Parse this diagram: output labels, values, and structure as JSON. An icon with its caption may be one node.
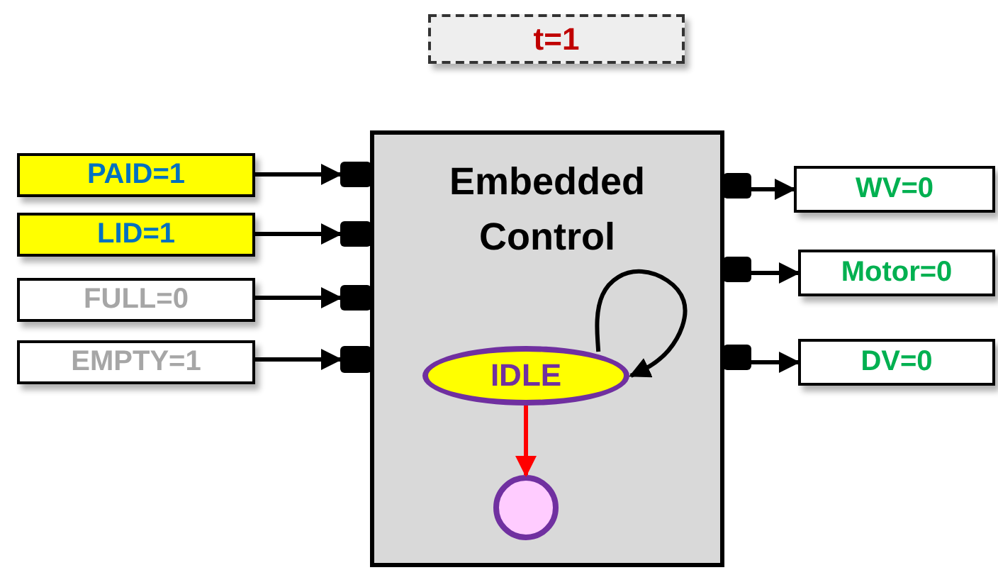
{
  "diagram": {
    "nodes": [
      {
        "text": [
          "t=1"
        ]
      },
      {
        "text": [
          "PAID=1"
        ]
      },
      {
        "text": [
          "LID=1"
        ]
      },
      {
        "text": [
          "FULL=0"
        ]
      },
      {
        "text": [
          "EMPTY=1"
        ]
      },
      {
        "text": [
          "Embedded Control"
        ]
      },
      {
        "text": [],
        "shape": "box"
      },
      {
        "text": [],
        "shape": "box"
      },
      {
        "text": [],
        "shape": "box"
      },
      {
        "text": [],
        "shape": "box"
      },
      {
        "text": [],
        "shape": "box"
      },
      {
        "text": [],
        "shape": "box"
      },
      {
        "text": [],
        "shape": "box"
      },
      {
        "text": [
          "WV=0"
        ]
      },
      {
        "text": [
          "Motor=0"
        ]
      },
      {
        "text": [
          "DV=0"
        ]
      },
      {
        "text": [
          "IDLE"
        ],
        "in": 5
      },
      {
        "text": [],
        "shape": "circle",
        "in": 5
      }
    ],
    "edges": [
      {
        "from": 1,
        "to": 6,
        "arrow": "to"
      },
      {
        "from": 2,
        "to": 7,
        "arrow": "to"
      },
      {
        "from": 3,
        "to": 8,
        "arrow": "to"
      },
      {
        "from": 4,
        "to": 9,
        "arrow": "to"
      },
      {
        "from": 10,
        "to": 13,
        "arrow": "to"
      },
      {
        "from": 11,
        "to": 14,
        "arrow": "to"
      },
      {
        "from": 12,
        "to": 15,
        "arrow": "to"
      },
      {
        "from": 16,
        "to": 16,
        "arrow": "to"
      },
      {
        "from": 16,
        "to": 17,
        "arrow": "to",
        "color": "#ff0000"
      }
    ]
  }
}
